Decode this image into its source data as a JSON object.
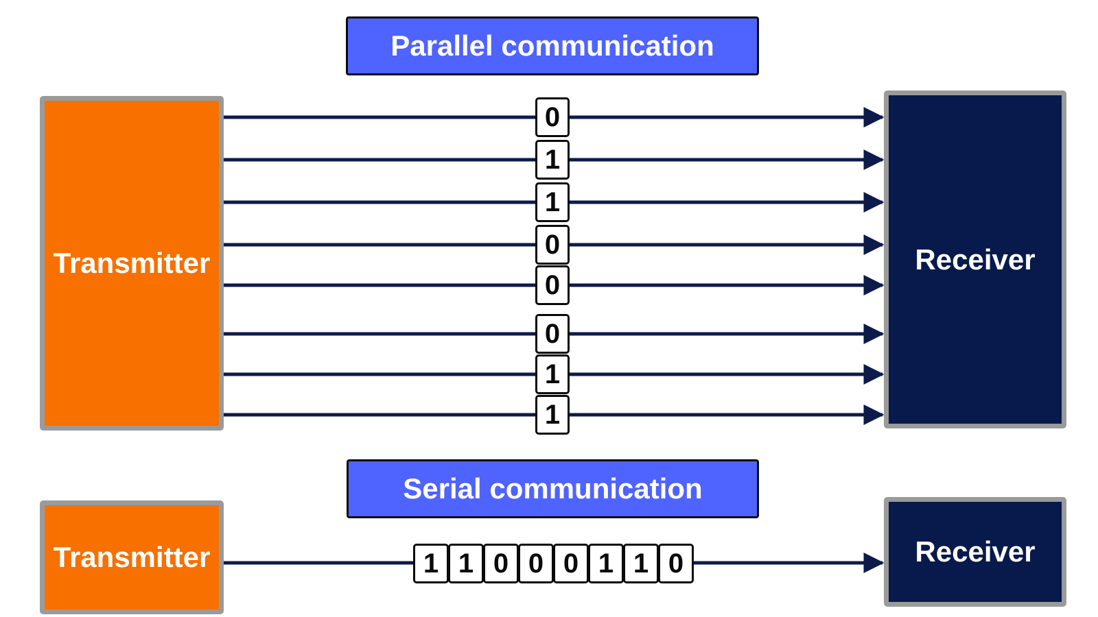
{
  "parallel": {
    "title": "Parallel communication",
    "transmitter_label": "Transmitter",
    "receiver_label": "Receiver",
    "bits": [
      "0",
      "1",
      "1",
      "0",
      "0",
      "0",
      "1",
      "1"
    ]
  },
  "serial": {
    "title": "Serial communication",
    "transmitter_label": "Transmitter",
    "receiver_label": "Receiver",
    "bits": [
      "1",
      "1",
      "0",
      "0",
      "0",
      "1",
      "1",
      "0"
    ]
  },
  "colors": {
    "title_fill": "#4f63ff",
    "transmitter_fill": "#f77000",
    "receiver_fill": "#081a4b",
    "node_border": "#9a9a9a",
    "line": "#0c1b4a",
    "bit_border": "#0a0a0a"
  }
}
